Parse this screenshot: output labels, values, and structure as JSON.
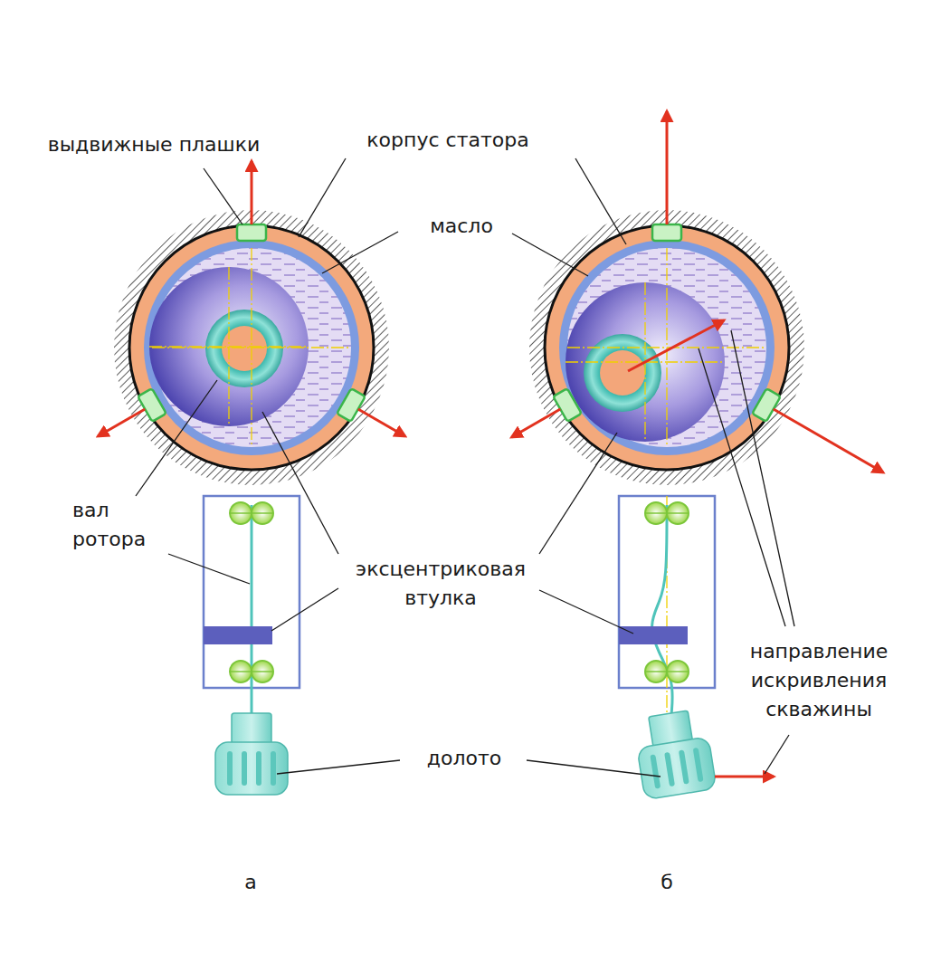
{
  "diagram": {
    "labels": [
      "выдвижные плашки",
      "корпус статора",
      "масло",
      "вал ротора",
      "эксцентриковая втулка",
      "долото",
      "направление искривления скважины",
      "а",
      "б"
    ]
  }
}
